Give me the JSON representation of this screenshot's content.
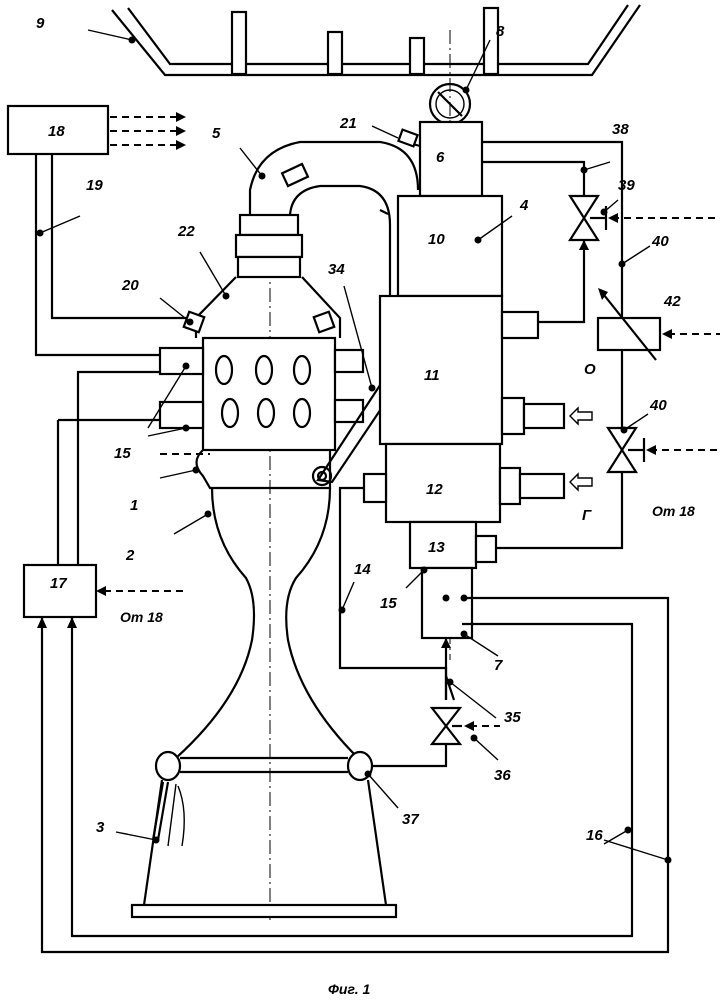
{
  "caption": "Фиг. 1",
  "labels": {
    "n1": "1",
    "n2": "2",
    "n3": "3",
    "n4": "4",
    "n5": "5",
    "n6": "6",
    "n7": "7",
    "n8": "8",
    "n9": "9",
    "n10": "10",
    "n11": "11",
    "n12": "12",
    "n13": "13",
    "n14": "14",
    "n15a": "15",
    "n15b": "15",
    "n16": "16",
    "n17": "17",
    "n18": "18",
    "n19": "19",
    "n20": "20",
    "n21": "21",
    "n22": "22",
    "n34": "34",
    "n35": "35",
    "n36": "36",
    "n37": "37",
    "n38": "38",
    "n39": "39",
    "n40a": "40",
    "n40b": "40",
    "n42": "42",
    "ox": "О",
    "fuel": "Г",
    "from18a": "От 18",
    "from18b": "От 18"
  }
}
